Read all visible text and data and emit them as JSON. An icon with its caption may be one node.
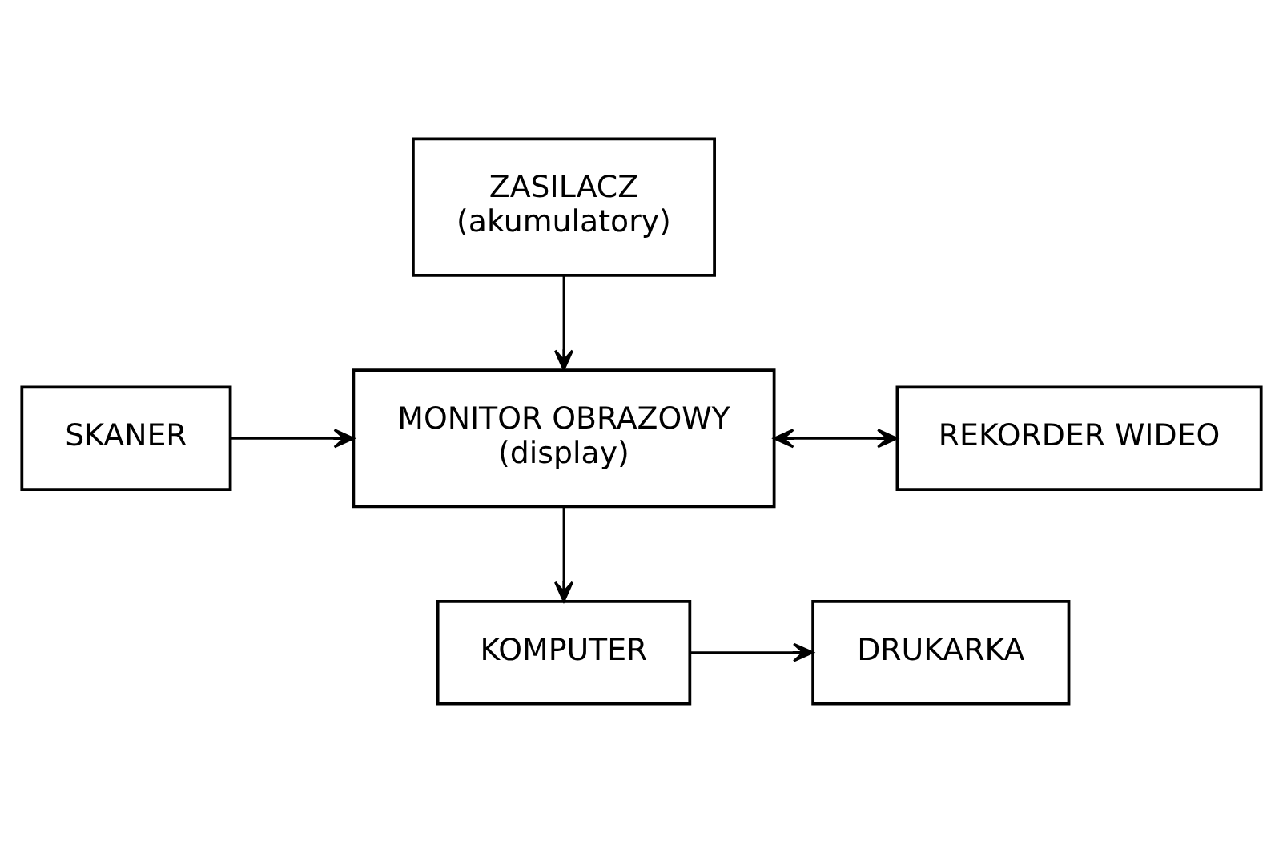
{
  "diagram": {
    "nodes": [
      {
        "text": [
          "ZASILACZ",
          "(akumulatory)"
        ]
      },
      {
        "text": [
          "MONITOR OBRAZOWY",
          "(display)"
        ]
      },
      {
        "text": [
          "SKANER"
        ]
      },
      {
        "text": [
          "REKORDER WIDEO"
        ]
      },
      {
        "text": [
          "KOMPUTER"
        ]
      },
      {
        "text": [
          "DRUKARKA"
        ]
      }
    ],
    "edges": [
      {
        "from": 0,
        "to": 1,
        "arrow": "to"
      },
      {
        "from": 2,
        "to": 1,
        "arrow": "to"
      },
      {
        "from": 1,
        "to": 3,
        "arrow": "both"
      },
      {
        "from": 1,
        "to": 4,
        "arrow": "to"
      },
      {
        "from": 4,
        "to": 5,
        "arrow": "to"
      }
    ]
  }
}
